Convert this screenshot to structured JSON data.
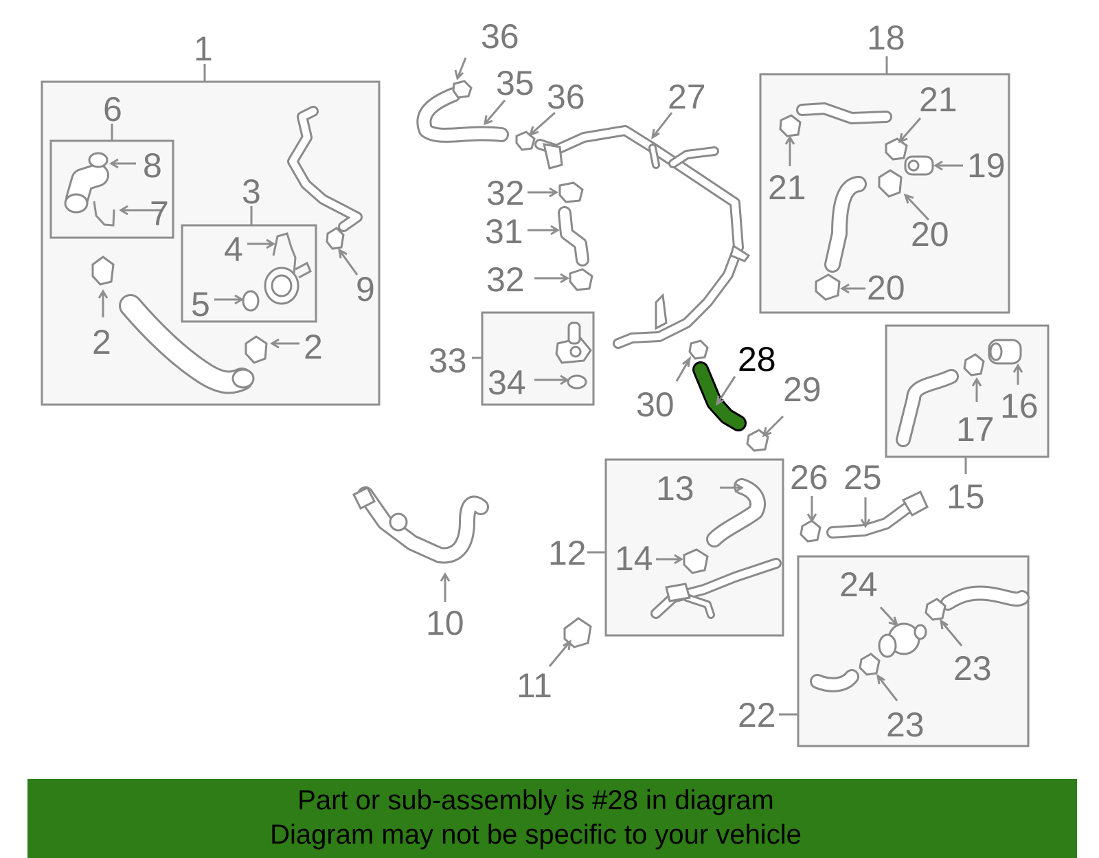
{
  "callouts": [
    {
      "id": "1",
      "label": "1"
    },
    {
      "id": "2a",
      "label": "2"
    },
    {
      "id": "2b",
      "label": "2"
    },
    {
      "id": "3",
      "label": "3"
    },
    {
      "id": "4",
      "label": "4"
    },
    {
      "id": "5",
      "label": "5"
    },
    {
      "id": "6",
      "label": "6"
    },
    {
      "id": "7",
      "label": "7"
    },
    {
      "id": "8",
      "label": "8"
    },
    {
      "id": "9",
      "label": "9"
    },
    {
      "id": "10",
      "label": "10"
    },
    {
      "id": "11",
      "label": "11"
    },
    {
      "id": "12",
      "label": "12"
    },
    {
      "id": "13",
      "label": "13"
    },
    {
      "id": "14",
      "label": "14"
    },
    {
      "id": "15",
      "label": "15"
    },
    {
      "id": "16",
      "label": "16"
    },
    {
      "id": "17",
      "label": "17"
    },
    {
      "id": "18",
      "label": "18"
    },
    {
      "id": "19",
      "label": "19"
    },
    {
      "id": "20a",
      "label": "20"
    },
    {
      "id": "20b",
      "label": "20"
    },
    {
      "id": "21a",
      "label": "21"
    },
    {
      "id": "21b",
      "label": "21"
    },
    {
      "id": "22",
      "label": "22"
    },
    {
      "id": "23a",
      "label": "23"
    },
    {
      "id": "23b",
      "label": "23"
    },
    {
      "id": "24",
      "label": "24"
    },
    {
      "id": "25",
      "label": "25"
    },
    {
      "id": "26",
      "label": "26"
    },
    {
      "id": "27",
      "label": "27"
    },
    {
      "id": "28",
      "label": "28",
      "highlighted": true
    },
    {
      "id": "29",
      "label": "29"
    },
    {
      "id": "30",
      "label": "30"
    },
    {
      "id": "31",
      "label": "31"
    },
    {
      "id": "32a",
      "label": "32"
    },
    {
      "id": "32b",
      "label": "32"
    },
    {
      "id": "33",
      "label": "33"
    },
    {
      "id": "34",
      "label": "34"
    },
    {
      "id": "35",
      "label": "35"
    },
    {
      "id": "36a",
      "label": "36"
    },
    {
      "id": "36b",
      "label": "36"
    }
  ],
  "banner": {
    "line1": "Part or sub-assembly is #28 in diagram",
    "line2": "Diagram may not be specific to your vehicle"
  },
  "colors": {
    "banner_bg": "#2e7d16",
    "highlight_part": "#2e7d16",
    "line_art": "#8a8a8a",
    "label_text": "#7a7a7a"
  }
}
